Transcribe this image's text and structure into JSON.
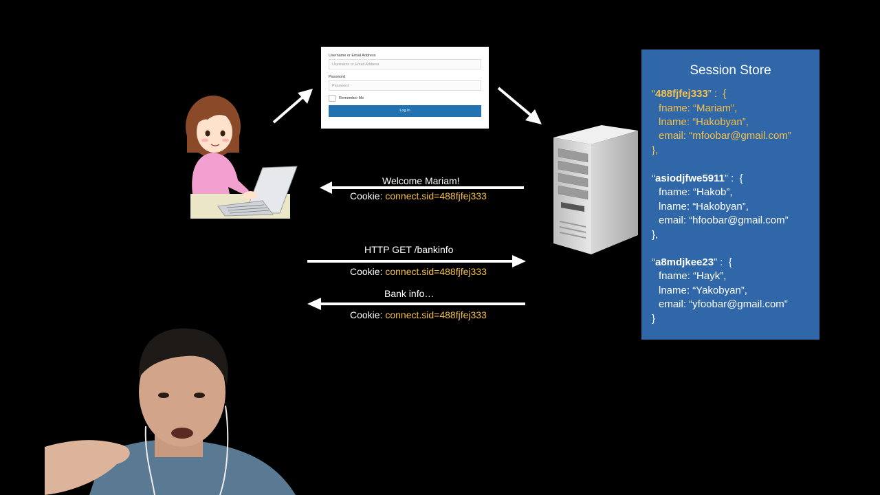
{
  "login_form": {
    "username_label": "Username or Email Address",
    "username_placeholder": "Username or Email Address",
    "password_label": "Password",
    "password_placeholder": "Password",
    "remember_label": "Remember Me",
    "login_button": "Log In"
  },
  "messages": {
    "welcome": "Welcome Mariam!",
    "cookie_label": "Cookie: ",
    "cookie_value": "connect.sid=488fjfej333",
    "http_get": "HTTP GET /bankinfo",
    "bank_info": "Bank info…"
  },
  "session_store": {
    "title": "Session Store",
    "entries": [
      {
        "sid": "488fjfej333",
        "fname": "fname: “Mariam”,",
        "lname": "lname: “Hakobyan”,",
        "email": "email: “mfoobar@gmail.com”"
      },
      {
        "sid": "asiodjfwe5911",
        "fname": "fname: “Hakob”,",
        "lname": "lname: “Hakobyan”,",
        "email": "email: “hfoobar@gmail.com”"
      },
      {
        "sid": "a8mdjkee23",
        "fname": "fname: “Hayk”,",
        "lname": "lname: “Yakobyan”,",
        "email": "email: “yfoobar@gmail.com”"
      }
    ]
  },
  "colors": {
    "accent": "#f5c04a",
    "store_bg": "#2f67a8",
    "button": "#2271b1"
  },
  "icons": [
    "user-at-laptop-icon",
    "server-icon",
    "arrow-icon"
  ]
}
